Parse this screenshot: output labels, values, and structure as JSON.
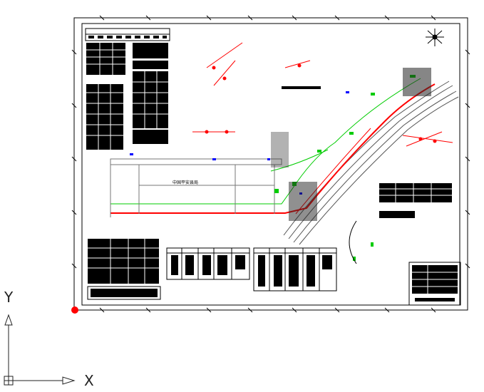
{
  "viewport": {
    "background": "#ffffff",
    "ucs_icon": {
      "name": "ucs-icon",
      "x_label": "X",
      "y_label": "Y"
    }
  },
  "colors": {
    "frame": "#000000",
    "drawing_red": "#ff0000",
    "drawing_green": "#00cc00",
    "drawing_blue": "#0000ff",
    "origin_marker": "#ff0000"
  },
  "drawing": {
    "site_title_text": "中国平安县局"
  }
}
